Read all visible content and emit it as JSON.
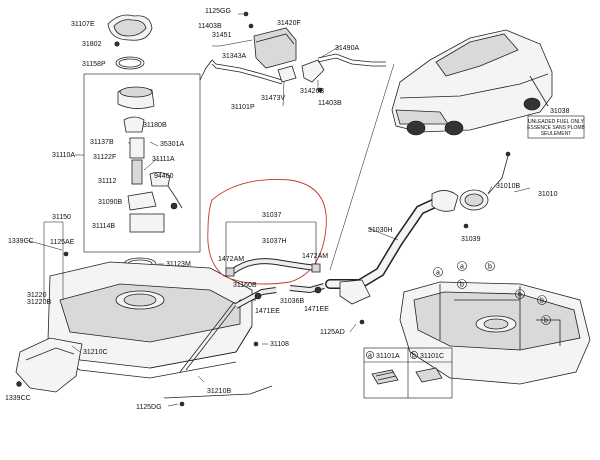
{
  "labels": {
    "p31107E": "31107E",
    "p31802": "31802",
    "p31158P": "31158P",
    "p1125GG": "1125GG",
    "p11403B_a": "11403B",
    "p31451": "31451",
    "p31420F": "31420F",
    "p31343A": "31343A",
    "p31490A": "31490A",
    "p31473V": "31473V",
    "p31426B": "31426B",
    "p31101P": "31101P",
    "p11403B_b": "11403B",
    "p31038": "31038",
    "p31180B": "31180B",
    "p31137B": "31137B",
    "p35301A": "35301A",
    "p31110A": "31110A",
    "p31122F": "31122F",
    "p31111A": "31111A",
    "p31112": "31112",
    "p94460": "94460",
    "p31090B": "31090B",
    "p31114B": "31114B",
    "p31150": "31150",
    "p1339CC_a": "1339CC",
    "p1125AE": "1125AE",
    "p31123M": "31123M",
    "p31037_top": "31037",
    "p31037H": "31037H",
    "p1472AM_l": "1472AM",
    "p1472AM_r": "1472AM",
    "p31160B": "31160B",
    "p31036B": "31036B",
    "p1471EE_l": "1471EE",
    "p1471EE_r": "1471EE",
    "p31030H": "31030H",
    "p31010B": "31010B",
    "p31010": "31010",
    "p31039": "31039",
    "p31220": "31220",
    "p31220B": "31220B",
    "p31210C": "31210C",
    "p31108": "31108",
    "p1125AD": "1125AD",
    "p1339CC_b": "1339CC",
    "p1125DG": "1125DG",
    "p31210B": "31210B"
  },
  "legend": {
    "a_marker": "a",
    "a_part": "31101A",
    "b_marker": "b",
    "b_part": "31101C"
  },
  "tank_markers": [
    "a",
    "a",
    "b",
    "b",
    "b",
    "b",
    "b"
  ],
  "fuel_label_text": [
    "UNLEADED FUEL ONLY",
    "ESSENCE SANS PLOMB",
    "SEULEMENT"
  ]
}
